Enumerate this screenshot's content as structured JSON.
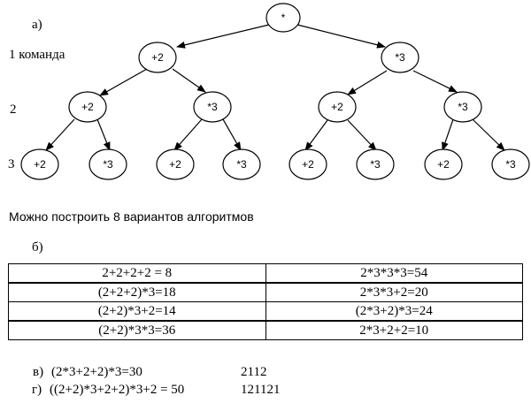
{
  "labels": {
    "part_a": "а)",
    "level1": "1 команда",
    "level2": "2",
    "level3": "3",
    "summary": "Можно построить 8 вариантов алгоритмов",
    "part_b": "б)"
  },
  "tree": {
    "root": "*",
    "level1": [
      "+2",
      "*3"
    ],
    "level2": [
      "+2",
      "*3",
      "+2",
      "*3"
    ],
    "level3": [
      "+2",
      "*3",
      "+2",
      "*3",
      "+2",
      "*3",
      "+2",
      "*3"
    ]
  },
  "table": {
    "rows": [
      [
        "2+2+2+2 = 8",
        "2*3*3*3=54"
      ],
      [
        "(2+2+2)*3=18",
        "2*3*3+2=20"
      ],
      [
        "(2+2)*3+2=14",
        "(2*3+2)*3=24"
      ],
      [
        "(2+2)*3*3=36",
        "2*3+2+2=10"
      ]
    ]
  },
  "answers": [
    {
      "label": "в)",
      "expression": "(2*3+2+2)*3=30",
      "code": "2112"
    },
    {
      "label": "г)",
      "expression": "((2+2)*3+2+2)*3+2 = 50",
      "code": "121121"
    }
  ]
}
